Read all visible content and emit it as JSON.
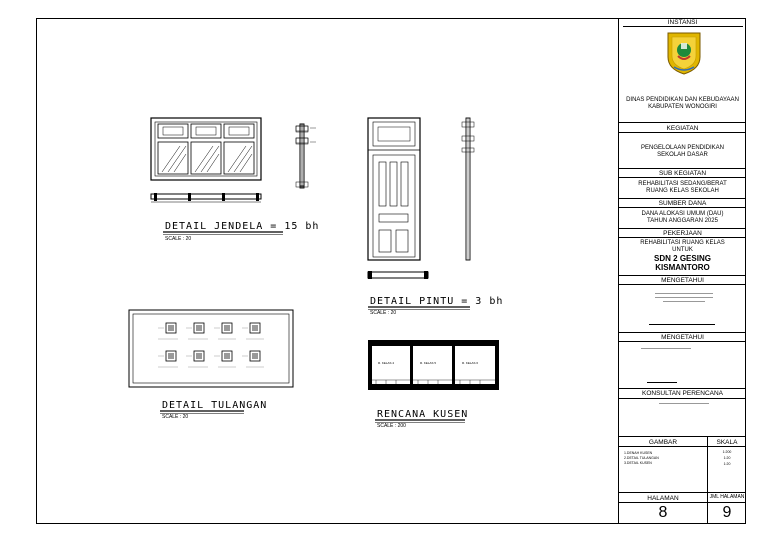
{
  "title_block": {
    "instansi": "INSTANSI",
    "dinas": "DINAS PENDIDIKAN DAN KEBUDAYAAN\nKABUPATEN WONOGIRI",
    "kegiatan_label": "KEGIATAN",
    "kegiatan_value": "PENGELOLAAN PENDIDIKAN\nSEKOLAH DASAR",
    "sub_kegiatan_label": "SUB KEGIATAN",
    "sub_kegiatan_value": "REHABILITASI SEDANG/BERAT\nRUANG KELAS SEKOLAH",
    "sumber_dana_label": "SUMBER DANA",
    "sumber_dana_value": "DANA ALOKASI UMUM (DAU)\nTAHUN ANGGARAN 2025",
    "pekerjaan_label": "PEKERJAAN",
    "pekerjaan_value": "REHABILITASI RUANG KELAS\nUNTUK",
    "school_name": "SDN 2 GESING\nKISMANTORO",
    "mengetahui_label_1": "MENGETAHUI",
    "mengetahui_label_2": "MENGETAHUI",
    "konsultan_label": "KONSULTAN PERENCANA",
    "gambar_label": "GAMBAR",
    "skala_label": "SKALA",
    "gambar_items": [
      "1.DENAH KUSEN",
      "2.DETAIL TULANGAN",
      "3.DETAIL KUSEN"
    ],
    "skala_items": [
      "1:200",
      "1:20",
      "1:20"
    ],
    "halaman_label": "HALAMAN",
    "jml_halaman_label": "JML HALAMAN",
    "halaman_value": "8",
    "jml_halaman_value": "9"
  },
  "drawings": {
    "jendela_caption": "DETAIL JENDELA = 15 bh",
    "jendela_scale": "SCALE : 20",
    "pintu_caption": "DETAIL PINTU = 3 bh",
    "pintu_scale": "SCALE : 20",
    "tulangan_caption": "DETAIL TULANGAN",
    "tulangan_scale": "SCALE : 20",
    "kusen_caption": "RENCANA KUSEN",
    "kusen_scale": "SCALE : 200"
  }
}
